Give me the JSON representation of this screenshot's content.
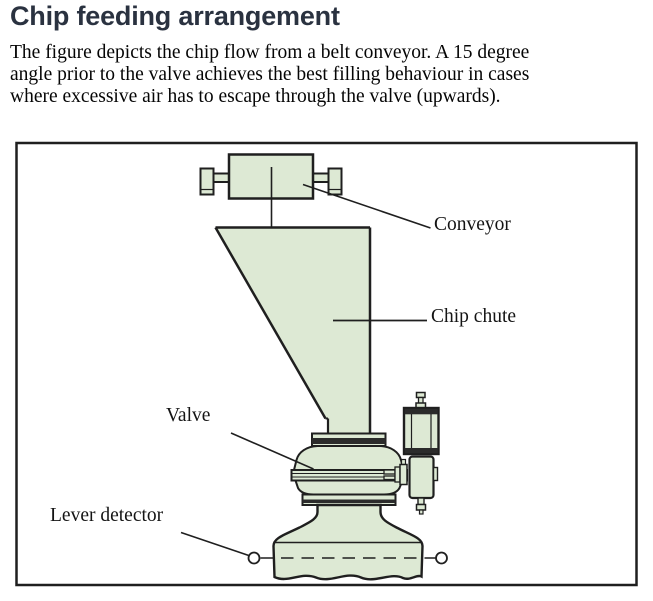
{
  "document": {
    "title": "Chip feeding arrangement",
    "body_lines": [
      "The figure depicts the chip flow from a belt conveyor. A 15 degree",
      "angle prior to the valve achieves the best filling behaviour in cases",
      "where excessive air has to escape through the valve (upwards)."
    ]
  },
  "figure": {
    "labels": {
      "conveyor": "Conveyor",
      "chip_chute": "Chip chute",
      "valve": "Valve",
      "lever_detector": "Lever detector"
    },
    "colors": {
      "diagram_fill": "#dde9d4",
      "diagram_outline": "#1f1f1f",
      "title_color": "#2a3240",
      "dark_band": "#2b2b2b"
    }
  }
}
